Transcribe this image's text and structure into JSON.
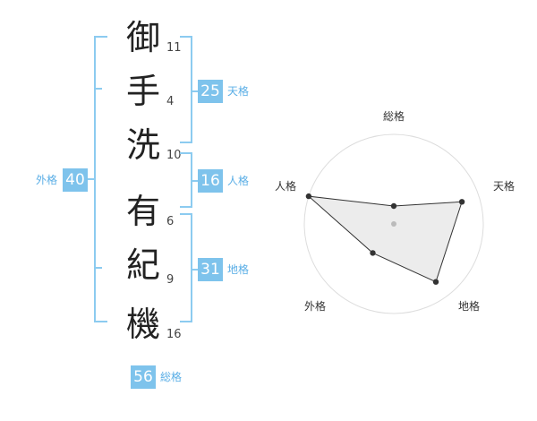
{
  "name": {
    "chars": [
      {
        "char": "御",
        "strokes": "11"
      },
      {
        "char": "手",
        "strokes": "4"
      },
      {
        "char": "洗",
        "strokes": "10"
      },
      {
        "char": "有",
        "strokes": "6"
      },
      {
        "char": "紀",
        "strokes": "9"
      },
      {
        "char": "機",
        "strokes": "16"
      }
    ]
  },
  "fortunes": {
    "tenkaku": {
      "label": "天格",
      "value": "25"
    },
    "jinkaku": {
      "label": "人格",
      "value": "16"
    },
    "chikaku": {
      "label": "地格",
      "value": "31"
    },
    "gaikaku": {
      "label": "外格",
      "value": "40"
    },
    "soukaku": {
      "label": "総格",
      "value": "56"
    }
  },
  "chart_data": {
    "type": "radar",
    "axes": [
      "総格",
      "天格",
      "地格",
      "外格",
      "人格"
    ],
    "values": [
      1,
      4,
      4,
      2,
      5
    ],
    "max": 5,
    "rings": 5
  },
  "colors": {
    "accent": "#7ec3ec",
    "bracket": "#8ccbf0",
    "radar_fill": "#ececec",
    "radar_line": "#333333",
    "grid": "#dddddd"
  }
}
